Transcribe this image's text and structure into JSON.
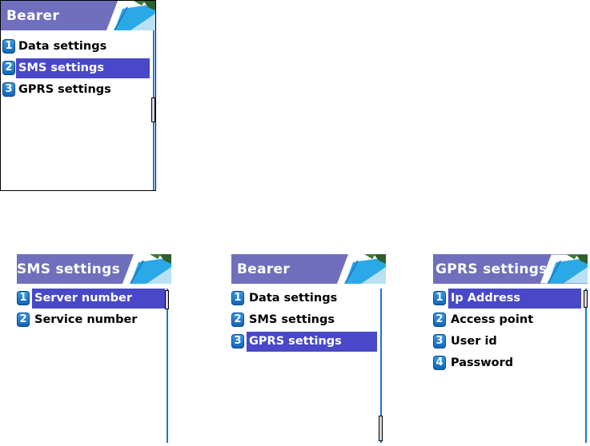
{
  "screens": [
    {
      "title": "Bearer",
      "items": [
        {
          "num": "1",
          "label": "Data settings",
          "selected": false
        },
        {
          "num": "2",
          "label": "SMS settings",
          "selected": true
        },
        {
          "num": "3",
          "label": "GPRS settings",
          "selected": false
        }
      ]
    },
    {
      "title": "SMS settings",
      "items": [
        {
          "num": "1",
          "label": "Server number",
          "selected": true
        },
        {
          "num": "2",
          "label": "Service number",
          "selected": false
        }
      ]
    },
    {
      "title": "Bearer",
      "items": [
        {
          "num": "1",
          "label": "Data settings",
          "selected": false
        },
        {
          "num": "2",
          "label": "SMS settings",
          "selected": false
        },
        {
          "num": "3",
          "label": "GPRS settings",
          "selected": true
        }
      ]
    },
    {
      "title": "GPRS settings",
      "items": [
        {
          "num": "1",
          "label": "Ip Address",
          "selected": true
        },
        {
          "num": "2",
          "label": "Access point",
          "selected": false
        },
        {
          "num": "3",
          "label": "User id",
          "selected": false
        },
        {
          "num": "4",
          "label": "Password",
          "selected": false
        }
      ]
    }
  ],
  "colors": {
    "titlebar": "#6f6fbe",
    "highlight": "#4848c8",
    "badge": "#1a75d1",
    "scrollbar": "#1b74d6"
  },
  "icons": [
    "tropical-wallpaper-icon",
    "number-badge-icon",
    "scrollbar-thumb-icon"
  ]
}
